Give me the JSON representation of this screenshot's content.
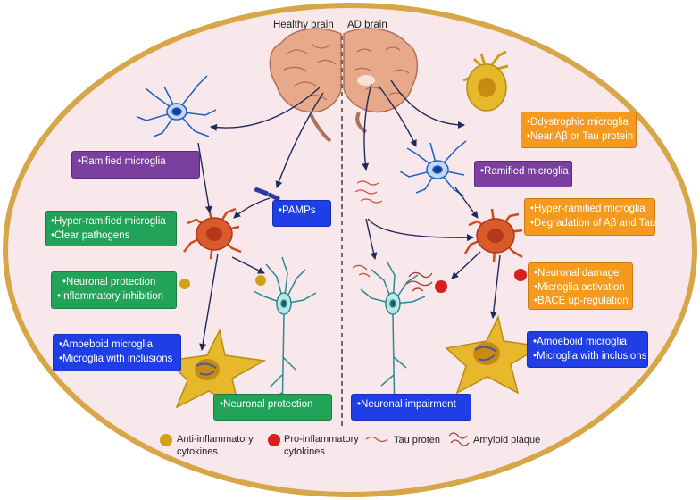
{
  "titles": {
    "healthy": "Healthy brain",
    "ad": "AD brain"
  },
  "boxes": {
    "ramified_left": "•Ramified microglia",
    "pamps": "•PAMPs",
    "hyper_left": [
      "•Hyper-ramified microglia",
      "•Clear pathogens"
    ],
    "protect_left": [
      "•Neuronal protection",
      "•Inflammatory inhibition"
    ],
    "amoeboid_left": [
      "•Amoeboid microglia",
      "•Microglia with inclusions"
    ],
    "neuronal_protection": "•Neuronal protection",
    "neuronal_impairment": "•Neuronal impairment",
    "dystrophic": [
      "•Ddystrophic microglia",
      "•Near Aβ or Tau protein"
    ],
    "ramified_right": "•Ramified microglia",
    "hyper_right": [
      "•Hyper-ramified microglia",
      "•Degradation of Aβ and Tau"
    ],
    "damage": [
      "•Neuronal damage",
      "•Microglia activation",
      "•BACE up-regulation"
    ],
    "amoeboid_right": [
      "•Amoeboid microglia",
      "•Microglia with inclusions"
    ]
  },
  "legend": {
    "anti": [
      "Anti-inflammatory",
      "cytokines"
    ],
    "pro": [
      "Pro-inflammatory",
      "cytokines"
    ],
    "tau": "Tau proten",
    "amyloid": "Amyloid plaque"
  },
  "colors": {
    "background": "#f8e8ec",
    "frame": "#d7a648",
    "purple": "#7b3fa0",
    "green": "#22a35a",
    "blue": "#1f3ee6",
    "orange": "#f39a1f",
    "anti_dot": "#d4a017",
    "pro_dot": "#d81e1e"
  }
}
